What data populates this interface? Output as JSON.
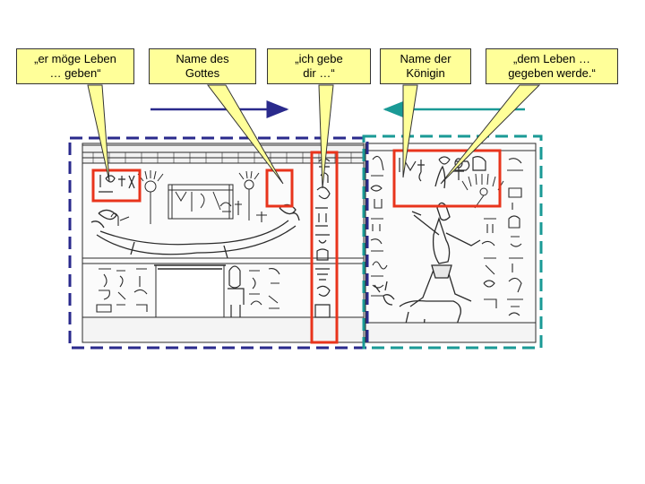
{
  "callouts": [
    {
      "line1": "„er möge Leben",
      "line2": "… geben“"
    },
    {
      "line1": "Name des",
      "line2": "Gottes"
    },
    {
      "line1": "„ich gebe",
      "line2": "dir …“"
    },
    {
      "line1": "Name der",
      "line2": "Königin"
    },
    {
      "line1": "„dem Leben …",
      "line2": "gegeben werde.“"
    }
  ],
  "colors": {
    "callout_fill": "#ffff99",
    "highlight_box": "#e8341c",
    "left_frame": "#2a2a8c",
    "right_frame": "#1a9a96",
    "arrow_left_scene": "#2a2a8c",
    "arrow_right_scene": "#1a9a96",
    "relief_line": "#2b2b2b"
  },
  "icons": [
    "sun-disk-icon",
    "sacred-bark-icon",
    "ankh-icon",
    "cow-icon",
    "king-figure-icon",
    "shrine-icon"
  ]
}
